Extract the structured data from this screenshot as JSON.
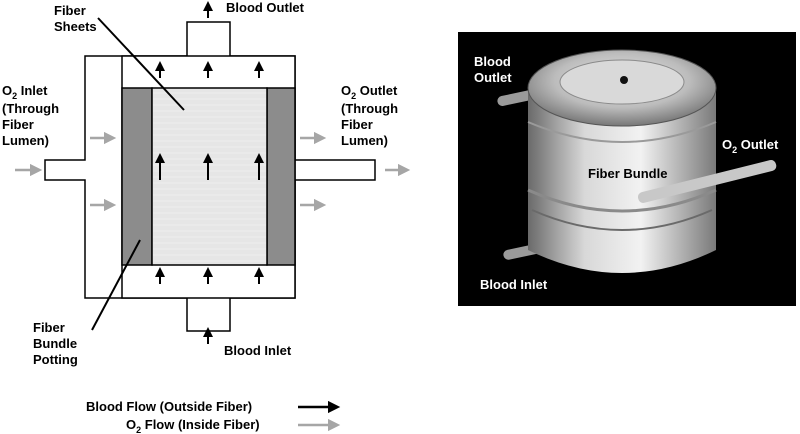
{
  "schematic": {
    "fiber_sheets": [
      "Fiber",
      "Sheets"
    ],
    "blood_outlet": "Blood Outlet",
    "blood_inlet": "Blood Inlet",
    "o2_inlet": {
      "o": "O",
      "sub": "2",
      "rest": " Inlet",
      "lines": [
        "(Through",
        "Fiber",
        "Lumen)"
      ]
    },
    "o2_outlet": {
      "o": "O",
      "sub": "2",
      "rest": " Outlet",
      "lines": [
        "(Through",
        "Fiber",
        "Lumen)"
      ]
    },
    "potting": [
      "Fiber",
      "Bundle",
      "Potting"
    ]
  },
  "legend": {
    "blood_flow": "Blood Flow (Outside Fiber)",
    "o2_flow": {
      "o": "O",
      "sub": "2",
      "rest": " Flow (Inside Fiber)"
    }
  },
  "photo": {
    "blood_outlet": [
      "Blood",
      "Outlet"
    ],
    "o2_outlet": {
      "o": "O",
      "sub": "2",
      "rest": " Outlet"
    },
    "fiber_bundle": "Fiber  Bundle",
    "blood_inlet": "Blood Inlet"
  },
  "colors": {
    "outline": "#000000",
    "fiber": "#e6e6e6",
    "potting": "#8c8c8c",
    "o2_arrow": "#a6a6a6",
    "photo_bg": "#000000"
  }
}
